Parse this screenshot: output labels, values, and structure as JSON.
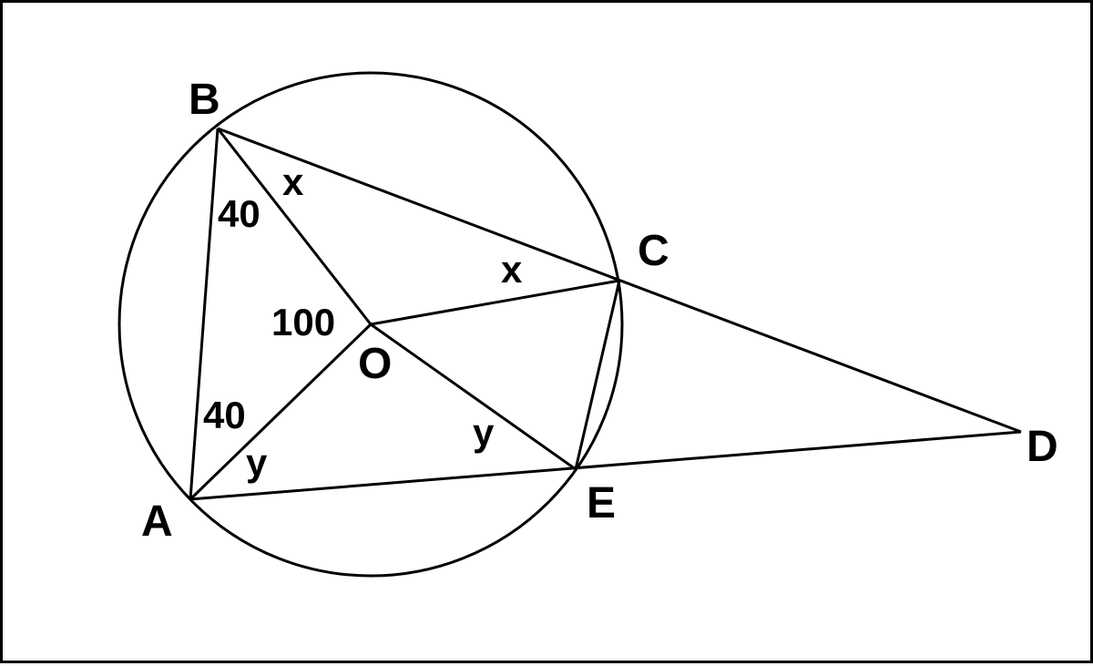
{
  "diagram": {
    "points": {
      "A": "A",
      "B": "B",
      "C": "C",
      "D": "D",
      "E": "E",
      "O": "O"
    },
    "angles": {
      "ABO": "40",
      "OBC": "x",
      "OCB": "x",
      "AOB": "100",
      "BAO": "40",
      "OAE": "y",
      "OEA": "y"
    },
    "colors": {
      "stroke": "#000000",
      "background": "#ffffff"
    }
  }
}
